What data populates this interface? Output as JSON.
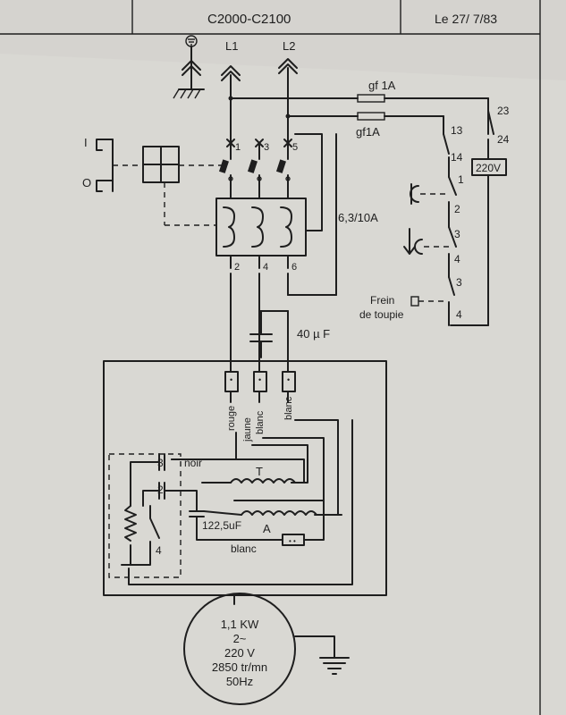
{
  "header": {
    "title": "C2000-C2100",
    "date": "Le 27/ 7/83"
  },
  "supply": {
    "l1": "L1",
    "l2": "L2"
  },
  "fuses": {
    "f1": "gf 1A",
    "f2": "gf1A"
  },
  "main_switch": {
    "pos_on": "I",
    "pos_off": "O",
    "rating": "6,3/10A",
    "top_terms": [
      "1",
      "3",
      "5"
    ],
    "bottom_terms": [
      "2",
      "4",
      "6"
    ]
  },
  "control": {
    "t23": "23",
    "t24": "24",
    "coil": "220V",
    "t13": "13",
    "t14": "14",
    "t1": "1",
    "t2": "2",
    "t3": "3",
    "t4": "4",
    "t3b": "3",
    "t4b": "4",
    "brake_label_1": "Frein",
    "brake_label_2": "de toupie"
  },
  "capacitor_run": {
    "value": "40 µ F"
  },
  "motor_box": {
    "terminals": [
      "rouge",
      "jaune",
      "blanc",
      "blanc"
    ],
    "w_noir": "noir",
    "winding_t": "T",
    "winding_a": "A",
    "cap_start": "122,5uF",
    "w_blanc": "blanc",
    "sw_1": "3",
    "sw_2": "2",
    "sw_3": "4"
  },
  "motor": {
    "line1": "1,1 KW",
    "line2": "2~",
    "line3": "220 V",
    "line4": "2850 tr/mn",
    "line5": "50Hz"
  }
}
